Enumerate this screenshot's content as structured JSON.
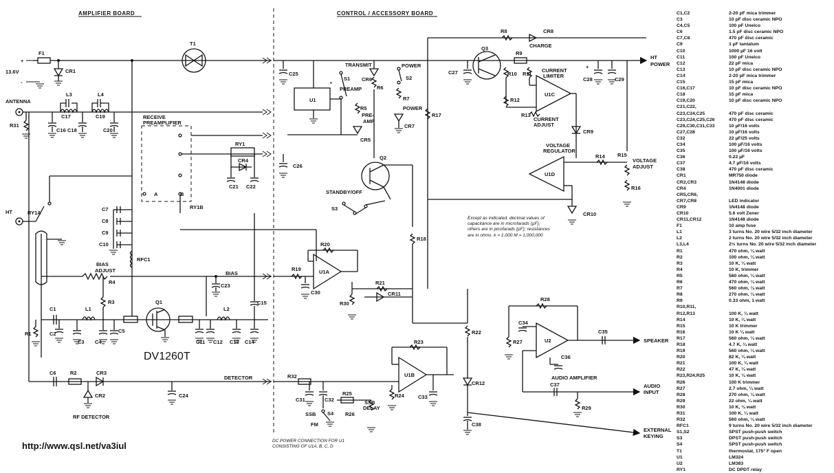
{
  "sections": {
    "amplifier_board": "AMPLIFIER BOARD",
    "control_board": "CONTROL / ACCESSORY BOARD"
  },
  "labels": {
    "plus": "+",
    "minus": "-",
    "v136": "13.6V",
    "antenna": "ANTENNA",
    "receive_preamp_1": "RECEIVE",
    "receive_preamp_2": "PREAMPLIFIER",
    "ht": "HT",
    "bias_adjust_1": "BIAS",
    "bias_adjust_2": "ADJUST",
    "bias": "BIAS",
    "detector": "DETECTOR",
    "rf_detector": "RF DETECTOR",
    "transistor": "DV1260T",
    "transmit": "TRANSMIT",
    "power": "POWER",
    "preamp": "PREAMP",
    "pre_amp_1": "PRE-",
    "pre_amp_2": "AMP",
    "power_led": "POWER",
    "charge": "CHARGE",
    "current_limiter_1": "CURRENT",
    "current_limiter_2": "LIMITER",
    "current_adjust_1": "CURRENT",
    "current_adjust_2": "ADJUST",
    "voltage_regulator_1": "VOLTAGE",
    "voltage_regulator_2": "REGULATOR",
    "voltage_adjust_1": "VOLTAGE",
    "voltage_adjust_2": "ADJUST",
    "ht_power_1": "HT",
    "ht_power_2": "POWER",
    "standby_off": "STANDBY/OFF",
    "ssb_delay_1": "SSB",
    "ssb_delay_2": "DELAY",
    "ssb": "SSB",
    "fm": "FM",
    "speaker": "SPEAKER",
    "audio_input_1": "AUDIO",
    "audio_input_2": "INPUT",
    "audio_amplifier": "AUDIO AMPLIFIER",
    "external_keying_1": "EXTERNAL",
    "external_keying_2": "KEYING",
    "star": "*",
    "a": "A",
    "b": "B"
  },
  "designators": {
    "F1": "F1",
    "CR1": "CR1",
    "T1": "T1",
    "L3": "L3",
    "L4": "L4",
    "C17": "C17",
    "C19": "C19",
    "R31": "R31",
    "C16": "C16",
    "C18": "C18",
    "C20": "C20",
    "RY1": "RY1",
    "CR4": "CR4",
    "C21": "C21",
    "C22": "C22",
    "RY1A": "RY1A",
    "RY1B": "RY1B",
    "C7": "C7",
    "C8": "C8",
    "C9": "C9",
    "C10": "C10",
    "RFC1": "RFC1",
    "R4": "R4",
    "R3": "R3",
    "C23": "C23",
    "C15": "C15",
    "Q1": "Q1",
    "L1": "L1",
    "L2": "L2",
    "C1": "C1",
    "C2": "C2",
    "C3": "C3",
    "C4": "C4",
    "C5": "C5",
    "C11": "C11",
    "C12": "C12",
    "C13": "C13",
    "C14": "C14",
    "R1": "R1",
    "C6": "C6",
    "R2": "R2",
    "CR3": "CR3",
    "CR2": "CR2",
    "C24": "C24",
    "C25": "C25",
    "U1": "U1",
    "S1": "S1",
    "CR6": "CR6",
    "R6": "R6",
    "R5": "R5",
    "CR5": "CR5",
    "S2": "S2",
    "R7": "R7",
    "CR7": "CR7",
    "C26": "C26",
    "Q2": "Q2",
    "S3": "S3",
    "R17": "R17",
    "R18": "R18",
    "R19": "R19",
    "R20": "R20",
    "U1A": "U1A",
    "C30": "C30",
    "R30": "R30",
    "R21": "R21",
    "CR11": "CR11",
    "R22": "R22",
    "R23": "R23",
    "U1B": "U1B",
    "R32": "R32",
    "C31": "C31",
    "C32": "C32",
    "R25": "R25",
    "R26": "R26",
    "S4": "S4",
    "R24": "R24",
    "C33": "C33",
    "CR12": "CR12",
    "C38": "C38",
    "R8": "R8",
    "CR8": "CR8",
    "Q3": "Q3",
    "R9": "R9",
    "R10": "R10",
    "R11": "R11",
    "C27": "C27",
    "U1C": "U1C",
    "R12": "R12",
    "R13": "R13",
    "CR9": "CR9",
    "C28": "C28",
    "C29": "C29",
    "U1D": "U1D",
    "R14": "R14",
    "R15": "R15",
    "R16": "R16",
    "CR10": "CR10",
    "R28": "R28",
    "C34": "C34",
    "R27": "R27",
    "U2": "U2",
    "C35": "C35",
    "C36": "C36",
    "C37": "C37",
    "R29": "R29"
  },
  "note": "Except as indicated, decimal values of capacitance are in microfarads (µF); others are in picofarads (pF); resistances are in ohms. k = 1,000   M = 1,000,000",
  "footnote": "DC POWER CONNECTION FOR U1 CONSISTING OF U1A, B, C, D",
  "url": "http://www.qsl.net/va3iul",
  "parts_list": [
    [
      "C1,C2",
      "2-20 pF mica trimmer"
    ],
    [
      "C3",
      "10 pF disc ceramic NPO"
    ],
    [
      "C4,C5",
      "100 pF Unelco"
    ],
    [
      "C6",
      "1.5 pF disc ceramic NPO"
    ],
    [
      "C7,C8",
      "470 pF disc ceramic"
    ],
    [
      "C9",
      "1 µF tantalum"
    ],
    [
      "C10",
      "1000 µF 16 volt"
    ],
    [
      "C11",
      "100 pF Unelco"
    ],
    [
      "C12",
      "22 pF mica"
    ],
    [
      "C13",
      "10 pF disc ceramic NPO"
    ],
    [
      "C14",
      "2-20 pF mica trimmer"
    ],
    [
      "C15",
      "15 pF mica"
    ],
    [
      "C16,C17",
      "10 pF disc ceramic NPO"
    ],
    [
      "C18",
      "15 pF mica"
    ],
    [
      "C19,C20",
      "10 pF disc ceramic NPO"
    ],
    [
      "C21,C22,",
      ""
    ],
    [
      "  C23,C24,C25",
      "470 pF disc ceramic"
    ],
    [
      "C23,C24,C25,C26",
      "470 pF disc ceramic"
    ],
    [
      "  C29,C30,C31,C33",
      "10 µF/16 volts"
    ],
    [
      "C27,C28",
      "10 µF/16 volts"
    ],
    [
      "C32",
      "22 µF/25 volts"
    ],
    [
      "C34",
      "100 µF/16 volts"
    ],
    [
      "C35",
      "100 µF/16 volts"
    ],
    [
      "C36",
      "0.22 µF"
    ],
    [
      "C37",
      "4.7 µF/16 volts"
    ],
    [
      "C38",
      "470 pF disc ceramic"
    ],
    [
      "CR1",
      "MR750 diode"
    ],
    [
      "CR2,CR3",
      "1N4148 diode"
    ],
    [
      "CR4",
      "1N4001 diode"
    ],
    [
      "CR5,CR6,",
      ""
    ],
    [
      "  CR7,CR8",
      "LED indicator"
    ],
    [
      "CR9",
      "1N4148 diode"
    ],
    [
      "CR10",
      "5.6 volt Zener"
    ],
    [
      "CR11,CR12",
      "1N4148 diode"
    ],
    [
      "F1",
      "10 amp fuse"
    ],
    [
      "L1",
      "3 turns No. 20 wire 5/32 inch diameter"
    ],
    [
      "L2",
      "2 turns No. 20 wire 5/32 inch diameter"
    ],
    [
      "L3,L4",
      "2½ turns No. 20 wire 5/32 inch diameter"
    ],
    [
      "R1",
      "470 ohm, ¼ watt"
    ],
    [
      "R2",
      "100 ohm, ¼ watt"
    ],
    [
      "R3",
      "10 K, ¼ watt"
    ],
    [
      "R4",
      "10 K, trimmer"
    ],
    [
      "R5",
      "560 ohm, ¼ watt"
    ],
    [
      "R6",
      "470 ohm, ¼ watt"
    ],
    [
      "R7",
      "560 ohm, ¼ watt"
    ],
    [
      "R8",
      "270 ohm, ¼ watt"
    ],
    [
      "R9",
      "0.33 ohm, 1 watt"
    ],
    [
      "R10,R11,",
      ""
    ],
    [
      "  R12,R13",
      "100 K, ¼ watt"
    ],
    [
      "R14",
      "10 K, ¼ watt"
    ],
    [
      "R15",
      "10 K trimmer"
    ],
    [
      "R16",
      "10 K ¼ watt"
    ],
    [
      "R17",
      "560 ohm, ¼ watt"
    ],
    [
      "R18",
      "4.7 K, ¼ watt"
    ],
    [
      "R19",
      "560 ohm, ¼ watt"
    ],
    [
      "R20",
      "82 K, ¼ watt"
    ],
    [
      "R21",
      "100 K, ¼ watt"
    ],
    [
      "R22",
      "47 K, ¼ watt"
    ],
    [
      "R23,R24,R25",
      "10 K, ¼ watt"
    ],
    [
      "R26",
      "100 K trimmer"
    ],
    [
      "R27",
      "2.7 ohm, ¼ watt"
    ],
    [
      "R28",
      "270 ohm, ¼ watt"
    ],
    [
      "R29",
      "22 ohm, ¼ watt"
    ],
    [
      "R30",
      "10 K, ¼ watt"
    ],
    [
      "R31",
      "100 K, ¼ watt"
    ],
    [
      "R32",
      "560 ohm, ¼ watt"
    ],
    [
      "RFC1",
      "9 turns No. 20 wire 5/32 inch diameter"
    ],
    [
      "S1,S2",
      "SPST push-push switch"
    ],
    [
      "S3",
      "DPST push-push switch"
    ],
    [
      "S4",
      "SPST push-push switch"
    ],
    [
      "T1",
      "thermostat, 175° F open"
    ],
    [
      "U1",
      "LM324"
    ],
    [
      "U2",
      "LM383"
    ],
    [
      "RY1",
      "DC DPDT relay"
    ]
  ]
}
